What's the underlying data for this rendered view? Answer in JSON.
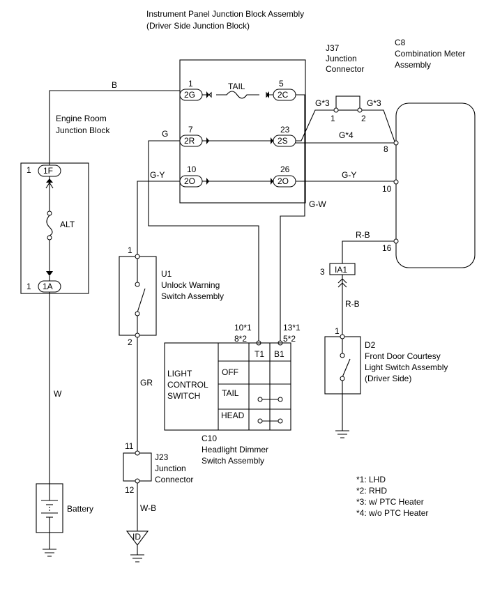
{
  "ipjb": {
    "title_line1": "Instrument Panel Junction Block Assembly",
    "title_line2": "(Driver Side Junction Block)",
    "fuse": "TAIL",
    "t1_num": "1",
    "t1": "2G",
    "t5_num": "5",
    "t5": "2C",
    "t7_num": "7",
    "t7": "2R",
    "t23_num": "23",
    "t23": "2S",
    "t10_num": "10",
    "t10": "2O",
    "t26_num": "26",
    "t26": "2O"
  },
  "j37": {
    "line1": "J37",
    "line2": "Junction",
    "line3": "Connector",
    "pin1": "1",
    "pin2": "2"
  },
  "c8": {
    "line1": "C8",
    "line2": "Combination Meter",
    "line3": "Assembly",
    "pin8": "8",
    "pin10": "10",
    "pin16": "16"
  },
  "erjb": {
    "line1": "Engine Room",
    "line2": "Junction Block",
    "pin_top_num": "1",
    "pin_top": "1F",
    "pin_bot_num": "1",
    "pin_bot": "1A",
    "fuse": "ALT"
  },
  "wires": {
    "b": "B",
    "g": "G",
    "gy_left": "G-Y",
    "gy_right": "G-Y",
    "gw": "G-W",
    "g3_left": "G*3",
    "g3_right": "G*3",
    "g4": "G*4",
    "rb_top": "R-B",
    "rb_bottom": "R-B",
    "w": "W",
    "gr": "GR",
    "wb": "W-B"
  },
  "u1": {
    "line1": "U1",
    "line2": "Unlock Warning",
    "line3": "Switch Assembly",
    "pin1": "1",
    "pin2": "2"
  },
  "c10": {
    "line1": "C10",
    "line2": "Headlight Dimmer",
    "line3": "Switch Assembly",
    "sw1": "LIGHT",
    "sw2": "CONTROL",
    "sw3": "SWITCH",
    "off": "OFF",
    "tail": "TAIL",
    "head": "HEAD",
    "t1": "T1",
    "b1": "B1",
    "t1_pin1": "10*1",
    "t1_pin2": "8*2",
    "b1_pin1": "13*1",
    "b1_pin2": "5*2"
  },
  "ia1": {
    "num": "3",
    "label": "IA1"
  },
  "d2": {
    "line1": "D2",
    "line2": "Front Door Courtesy",
    "line3": "Light Switch Assembly",
    "line4": "(Driver Side)",
    "pin1": "1"
  },
  "j23": {
    "line1": "J23",
    "line2": "Junction",
    "line3": "Connector",
    "pin11": "11",
    "pin12": "12"
  },
  "battery": {
    "label": "Battery"
  },
  "ground_id": {
    "label": "ID"
  },
  "notes": [
    "*1: LHD",
    "*2: RHD",
    "*3: w/ PTC Heater",
    "*4: w/o PTC Heater"
  ]
}
